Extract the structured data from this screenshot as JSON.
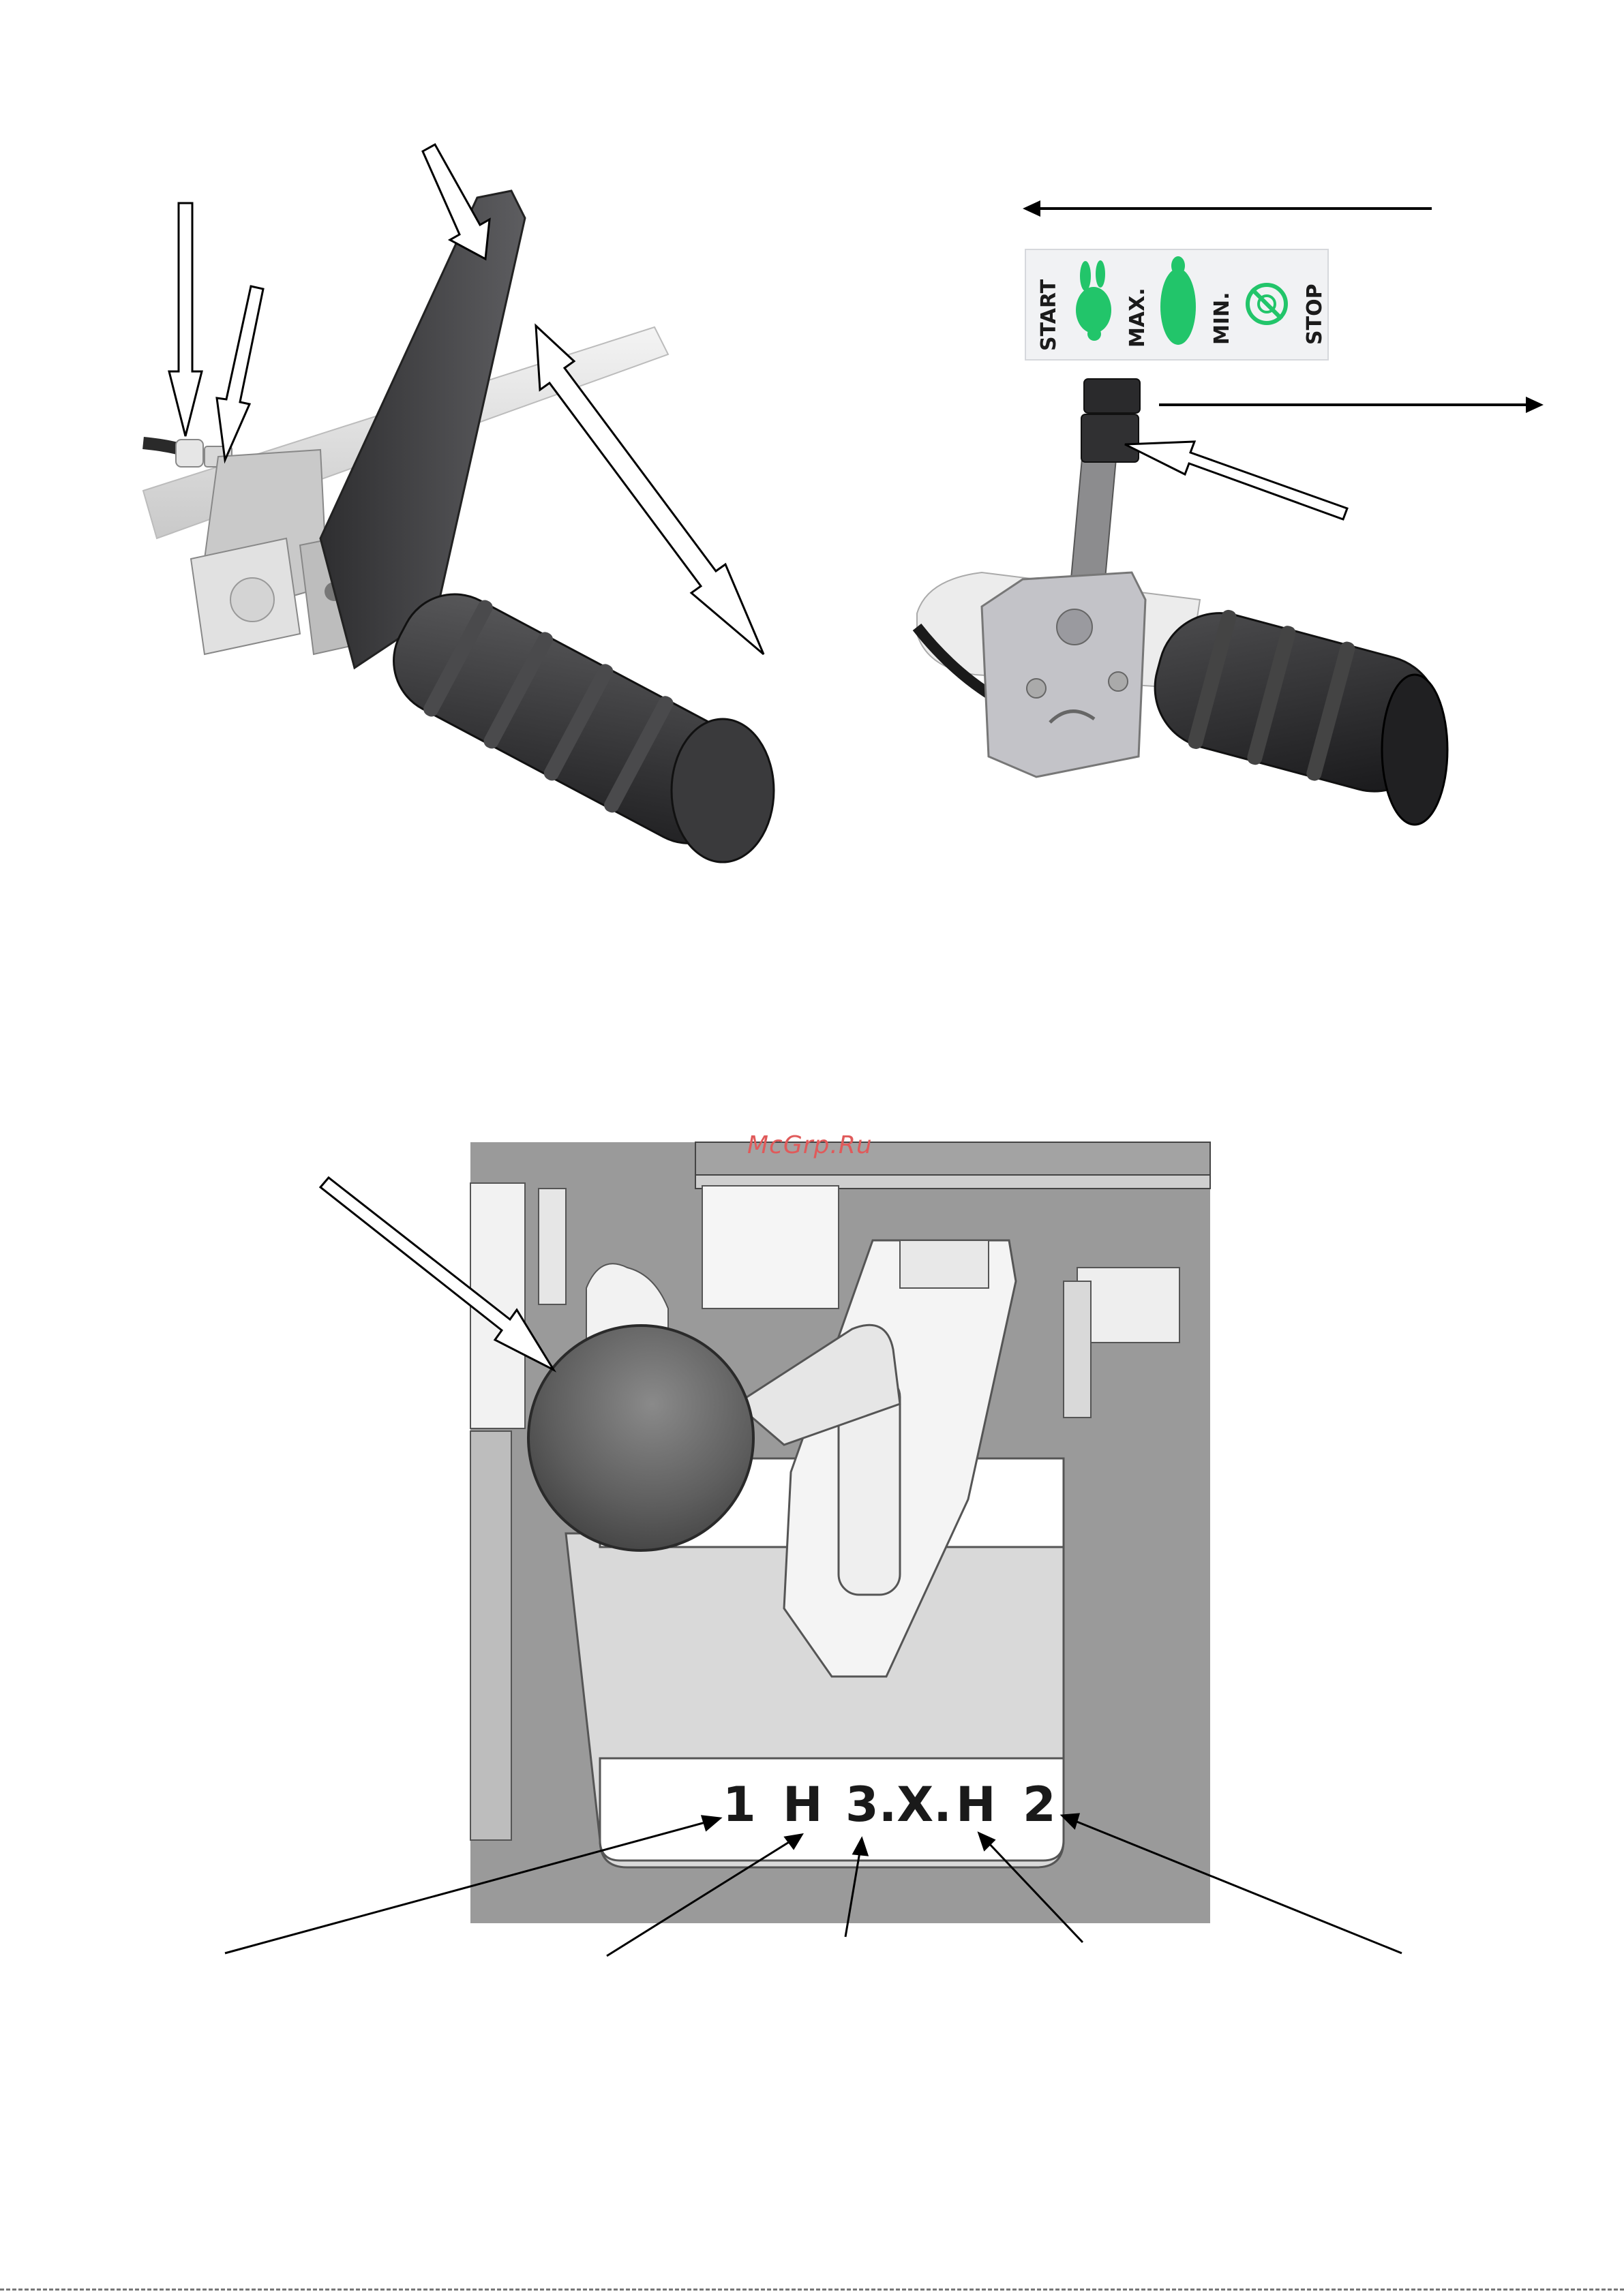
{
  "throttle_label": {
    "items": [
      "START",
      "MAX.",
      "MIN.",
      "STOP"
    ]
  },
  "gear_plate": {
    "positions": [
      "1",
      "H",
      "3.X.",
      "H",
      "2"
    ]
  },
  "watermark": "McGrp.Ru",
  "colors": {
    "label_green": "#22c56a",
    "lever_dark": "#3f3f41",
    "grip_dark": "#2f2f31",
    "panel_gray": "#9a9a9a"
  }
}
